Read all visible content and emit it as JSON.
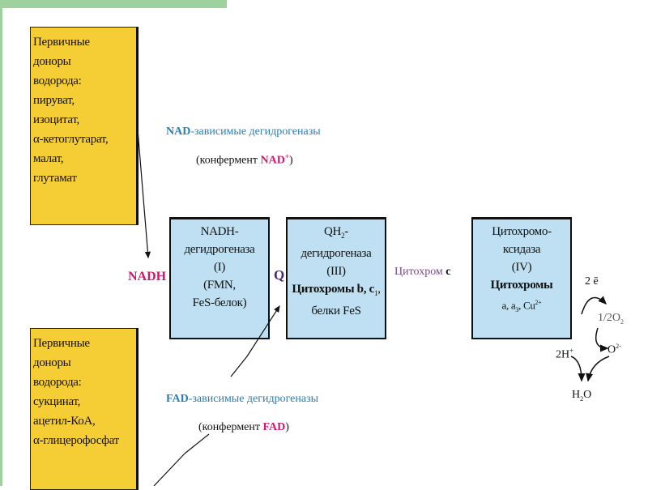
{
  "donors_nad": {
    "lines": [
      "Первичные",
      "доноры",
      "водорода:",
      "пируват,",
      "изоцитат,",
      "α-кетоглутарат,",
      "малат,",
      "глутамат"
    ]
  },
  "donors_fad": {
    "lines": [
      "Первичные",
      "доноры",
      "водорода:",
      "сукцинат,",
      "ацетил-КоА,",
      "α-глицерофосфат"
    ]
  },
  "nad_label": {
    "prefix": "NAD",
    "text": "-зависимые дегидрогеназы",
    "coenzyme_open": "(конфермент ",
    "coenzyme": "NAD",
    "coenzyme_sup": "+",
    "coenzyme_close": ")"
  },
  "fad_label": {
    "prefix": "FAD",
    "text": "-зависимые дегидрогеназы",
    "coenzyme_open": "(конфермент ",
    "coenzyme": "FAD",
    "coenzyme_close": ")"
  },
  "nadh": "NADH",
  "q": "Q",
  "cytochrome_c": {
    "text": "Цитохром ",
    "letter": "с"
  },
  "complex1": {
    "lines": [
      "NADH-",
      "дегидрогеназа",
      "(I)",
      "(FMN,",
      "FeS-белок)"
    ]
  },
  "complex3": {
    "line1": "QH",
    "line1_sub": "2",
    "line1_end": "-",
    "line2": "дегидрогеназа",
    "line3": "(III)",
    "line4": "Цитохромы b, c",
    "line4_sub": "1",
    "line4_end": ",",
    "line5": "белки FeS"
  },
  "complex4": {
    "lines": [
      "Цитохромо-",
      "ксидаза",
      "(IV)",
      "Цитохромы"
    ],
    "line5": "a, a",
    "line5_sub": "3",
    "line5_end": ", Cu",
    "line5_sup": "2+"
  },
  "oxygen": {
    "electrons": "2 ē",
    "o2": "1/2O",
    "o2_sub": "2",
    "protons": "2H",
    "protons_sup": "+",
    "oxide": "O",
    "oxide_sup": "2-",
    "water": "H",
    "water_sub": "2",
    "water_end": "O"
  },
  "colors": {
    "yellow": "#f5cd35",
    "blue_box": "#bfe0f2",
    "accent_blue": "#2a7db5",
    "magenta": "#d4166e",
    "green": "#9fd19f"
  }
}
